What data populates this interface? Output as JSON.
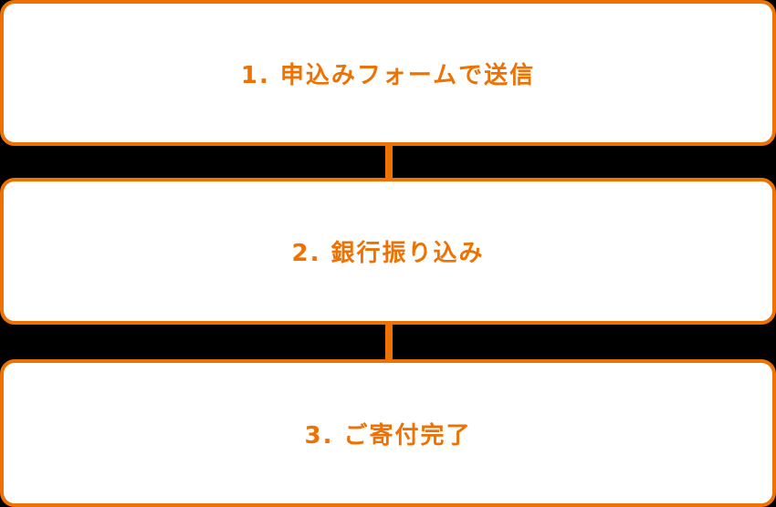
{
  "colors": {
    "accent": "#ee7203",
    "background": "#000000",
    "box": "#ffffff"
  },
  "steps": [
    {
      "label": "1. 申込みフォームで送信"
    },
    {
      "label": "2. 銀行振り込み"
    },
    {
      "label": "3. ご寄付完了"
    }
  ]
}
